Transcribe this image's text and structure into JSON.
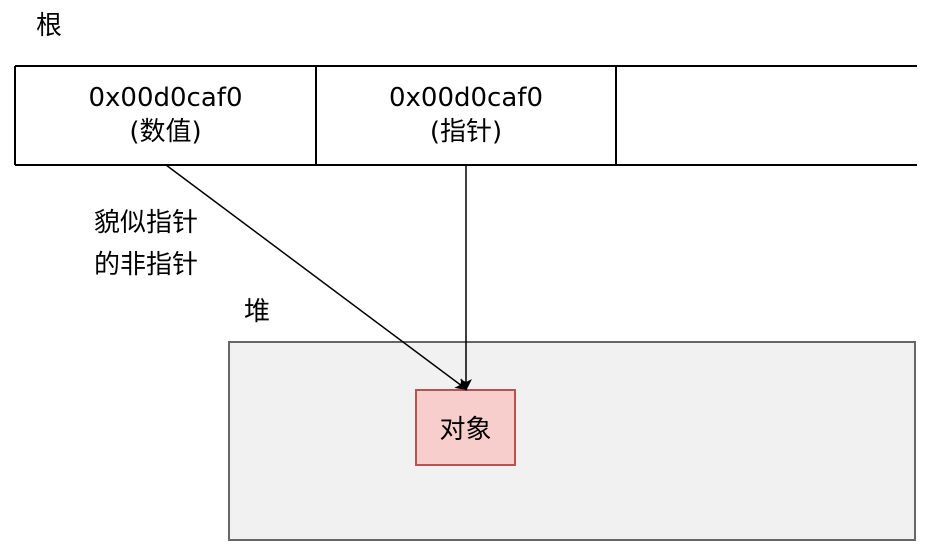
{
  "root": {
    "label": "根"
  },
  "cells": [
    {
      "value": "0x00d0caf0",
      "kind": "(数值)"
    },
    {
      "value": "0x00d0caf0",
      "kind": "(指针)"
    }
  ],
  "note": {
    "line1": "貌似指针",
    "line2": "的非指针"
  },
  "heap": {
    "label": "堆"
  },
  "object": {
    "label": "对象"
  },
  "colors": {
    "stroke": "#000000",
    "heap_fill": "#f1f1f1",
    "heap_border": "#666666",
    "object_fill": "#f8cecc",
    "object_border": "#b85450"
  }
}
